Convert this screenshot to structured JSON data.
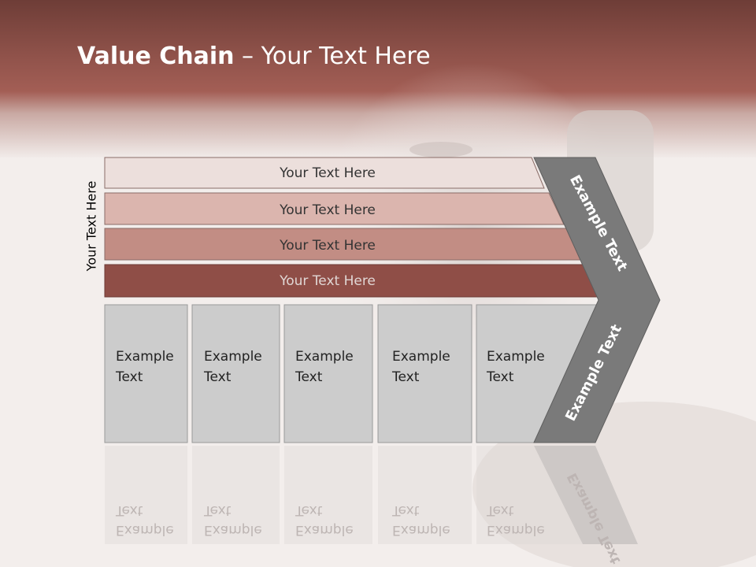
{
  "title": {
    "bold": "Value Chain",
    "rest": " – Your Text Here"
  },
  "side_label": "Your Text Here",
  "bars": [
    {
      "label": "Your Text Here",
      "color": "#ecdfdc"
    },
    {
      "label": "Your Text Here",
      "color": "#dbb5ae"
    },
    {
      "label": "Your Text Here",
      "color": "#c28d84"
    },
    {
      "label": "Your Text Here",
      "color": "#8f4e47"
    }
  ],
  "boxes": [
    {
      "line1": "Example",
      "line2": "Text"
    },
    {
      "line1": "Example",
      "line2": "Text"
    },
    {
      "line1": "Example",
      "line2": "Text"
    },
    {
      "line1": "Example",
      "line2": "Text"
    },
    {
      "line1": "Example",
      "line2": "Text"
    }
  ],
  "chevron": {
    "upper": "Example Text",
    "lower": "Example Text",
    "color": "#7a7a7a"
  },
  "colors": {
    "header": "#8f524a",
    "box_fill": "#cccccc"
  }
}
